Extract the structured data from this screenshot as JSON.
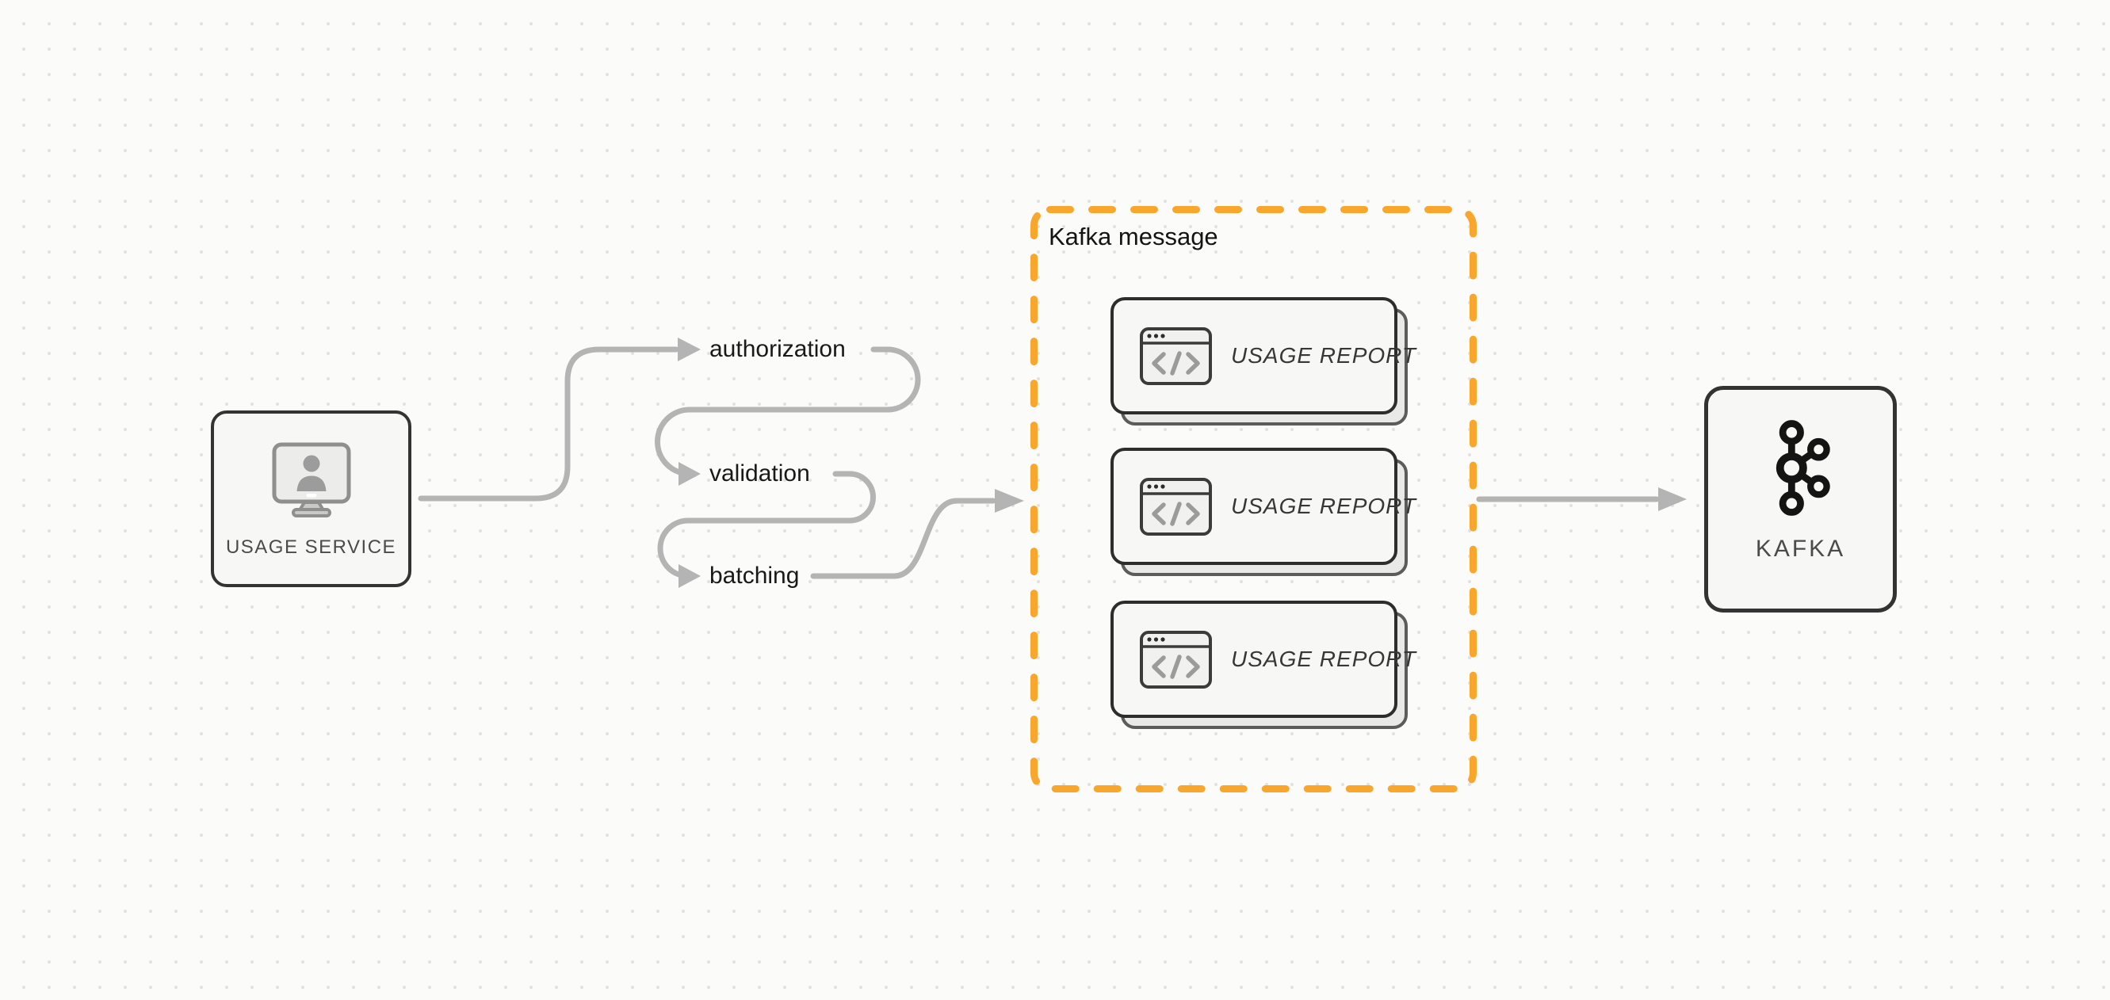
{
  "diagram": {
    "background": {
      "bg_color": "#fbfbfa",
      "dot_color": "#e2e2e0"
    },
    "colors": {
      "accent_orange": "#f9a72c",
      "arrow_gray": "#b4b4b4",
      "node_border": "#333333",
      "node_bg": "#f7f7f5",
      "text_dark": "#191919",
      "text_gray": "#4b4b4b"
    },
    "usage_service": {
      "label": "USAGE SERVICE",
      "icon": "monitor-user-icon"
    },
    "steps": [
      {
        "label": "authorization"
      },
      {
        "label": "validation"
      },
      {
        "label": "batching"
      }
    ],
    "kafka_message": {
      "title": "Kafka message",
      "reports": [
        {
          "label": "USAGE REPORT",
          "icon": "code-window-icon"
        },
        {
          "label": "USAGE REPORT",
          "icon": "code-window-icon"
        },
        {
          "label": "USAGE REPORT",
          "icon": "code-window-icon"
        }
      ]
    },
    "kafka": {
      "label": "KAFKA",
      "icon": "kafka-logo-icon"
    }
  }
}
